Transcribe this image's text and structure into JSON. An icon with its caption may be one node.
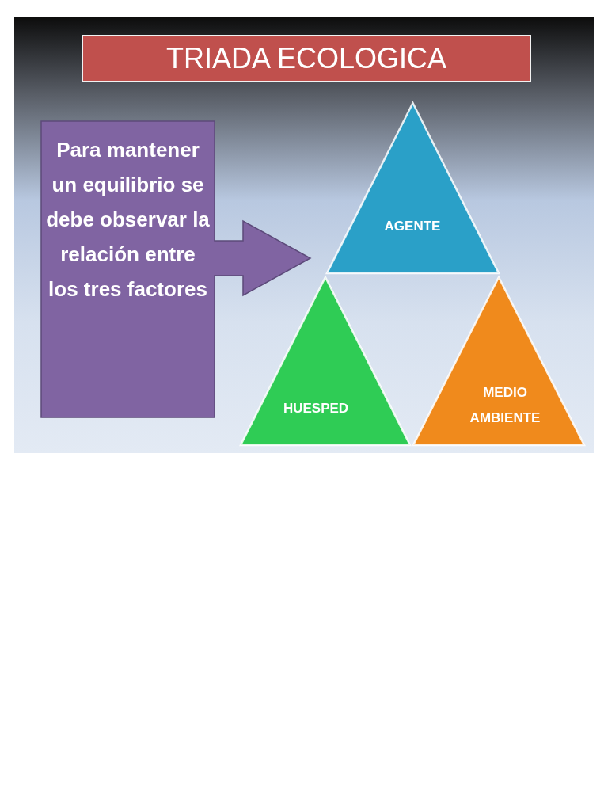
{
  "diagram": {
    "title": "TRIADA ECOLOGICA",
    "nodes": [
      {
        "text": [
          "Para mantener un equilibrio se debe observar la relación entre los tres factores"
        ]
      },
      {
        "text": [
          "AGENTE"
        ]
      },
      {
        "text": [
          "HUESPED"
        ]
      },
      {
        "text": [
          "MEDIO AMBIENTE"
        ]
      }
    ]
  }
}
